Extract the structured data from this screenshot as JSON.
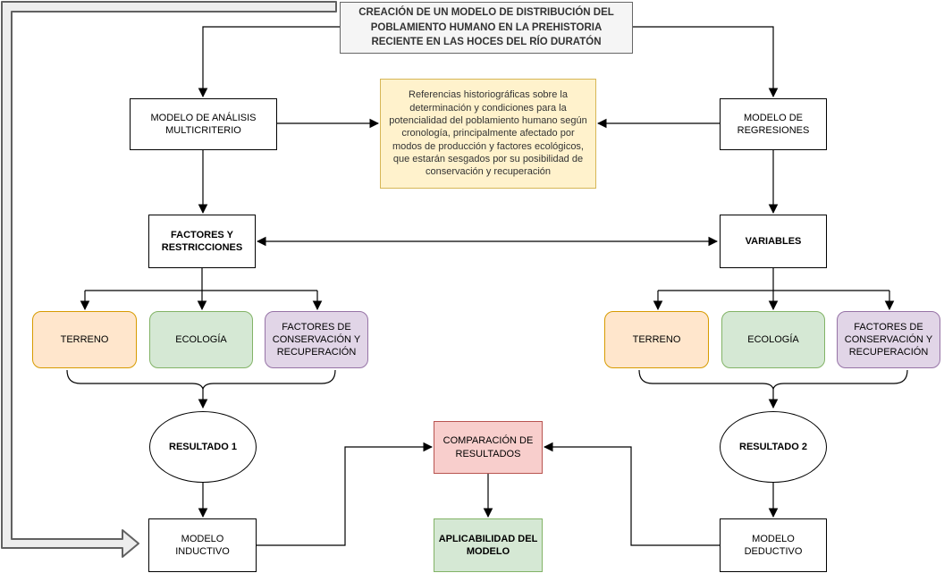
{
  "diagram": {
    "title": "CREACIÓN DE UN MODELO DE DISTRIBUCIÓN DEL POBLAMIENTO HUMANO EN LA PREHISTORIA RECIENTE EN LAS HOCES DEL RÍO DURATÓN",
    "nodes": {
      "multicriterio": "MODELO DE ANÁLISIS MULTICRITERIO",
      "referencias": "Referencias historiográficas sobre la determinación y condiciones para la potencialidad del poblamiento humano según cronología, principalmente afectado por modos de producción y factores ecológicos, que estarán sesgados por su posibilidad de conservación y recuperación",
      "regresiones": "MODELO DE REGRESIONES",
      "factores_restricciones": "FACTORES Y RESTRICCIONES",
      "variables": "VARIABLES",
      "comparacion": "COMPARACIÓN DE RESULTADOS",
      "aplicabilidad": "APLICABILIDAD DEL MODELO"
    },
    "left_branch": {
      "terreno": "TERRENO",
      "ecologia": "ECOLOGÍA",
      "conservacion": "FACTORES DE CONSERVACIÓN Y RECUPERACIÓN",
      "resultado": "RESULTADO 1",
      "modelo": "MODELO INDUCTIVO"
    },
    "right_branch": {
      "terreno": "TERRENO",
      "ecologia": "ECOLOGÍA",
      "conservacion": "FACTORES DE CONSERVACIÓN Y RECUPERACIÓN",
      "resultado": "RESULTADO 2",
      "modelo": "MODELO DEDUCTIVO"
    },
    "colors": {
      "orange_fill": "#ffe6cc",
      "orange_border": "#d79b00",
      "green_fill": "#d5e8d4",
      "green_border": "#82b366",
      "purple_fill": "#e1d5e7",
      "purple_border": "#9673a6",
      "red_fill": "#f8cecc",
      "red_border": "#b85450",
      "yellow_fill": "#fff2cc",
      "yellow_border": "#d6b656",
      "gray_fill": "#f5f5f5",
      "gray_border": "#666666",
      "line": "#000000"
    }
  }
}
